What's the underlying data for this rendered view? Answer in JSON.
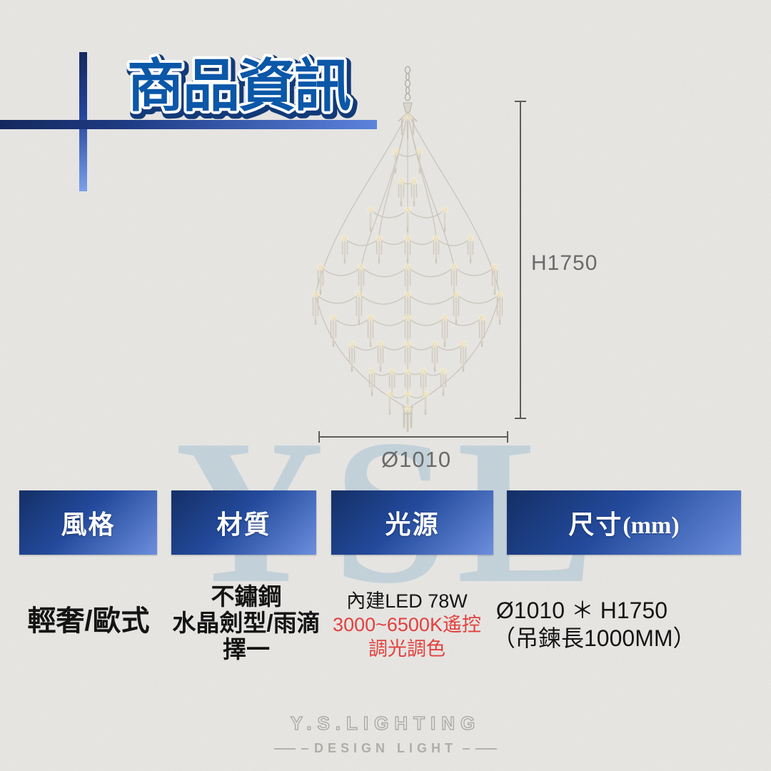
{
  "page": {
    "title": "商品資訊"
  },
  "watermark": "YSL",
  "figure": {
    "name": "wire chandelier line drawing",
    "height_label": "H1750",
    "diameter_label": "Ø1010"
  },
  "spec_table": {
    "columns": [
      {
        "header": "風格",
        "lines": [
          {
            "text": "輕奢/歐式"
          }
        ]
      },
      {
        "header": "材質",
        "lines": [
          {
            "text": "不鏽鋼"
          },
          {
            "text": "水晶劍型/雨滴"
          },
          {
            "text": "擇一"
          }
        ]
      },
      {
        "header": "光源",
        "lines": [
          {
            "text": "內建LED 78W"
          },
          {
            "text": "3000~6500K遙控"
          },
          {
            "text": "調光調色"
          }
        ]
      },
      {
        "header": "尺寸",
        "header_suffix": "(mm)",
        "lines": [
          {
            "text": "Ø1010 ＊ H1750"
          },
          {
            "text": "（吊鍊長1000MM）"
          }
        ]
      }
    ]
  },
  "footer": {
    "brand": "Y.S.LIGHTING",
    "tagline": "DESIGN LIGHT"
  },
  "colors": {
    "title_blue": "#0b57a8",
    "title_outline": "#123a78",
    "bar_gradient_dark": "#142f66",
    "bar_gradient_light": "#6c8fdd",
    "highlight_red": "#e2403e",
    "dimension_gray": "#6a6a6a",
    "watermark_blue": "#8eb4ce",
    "logo_gray": "#a5a29e"
  }
}
